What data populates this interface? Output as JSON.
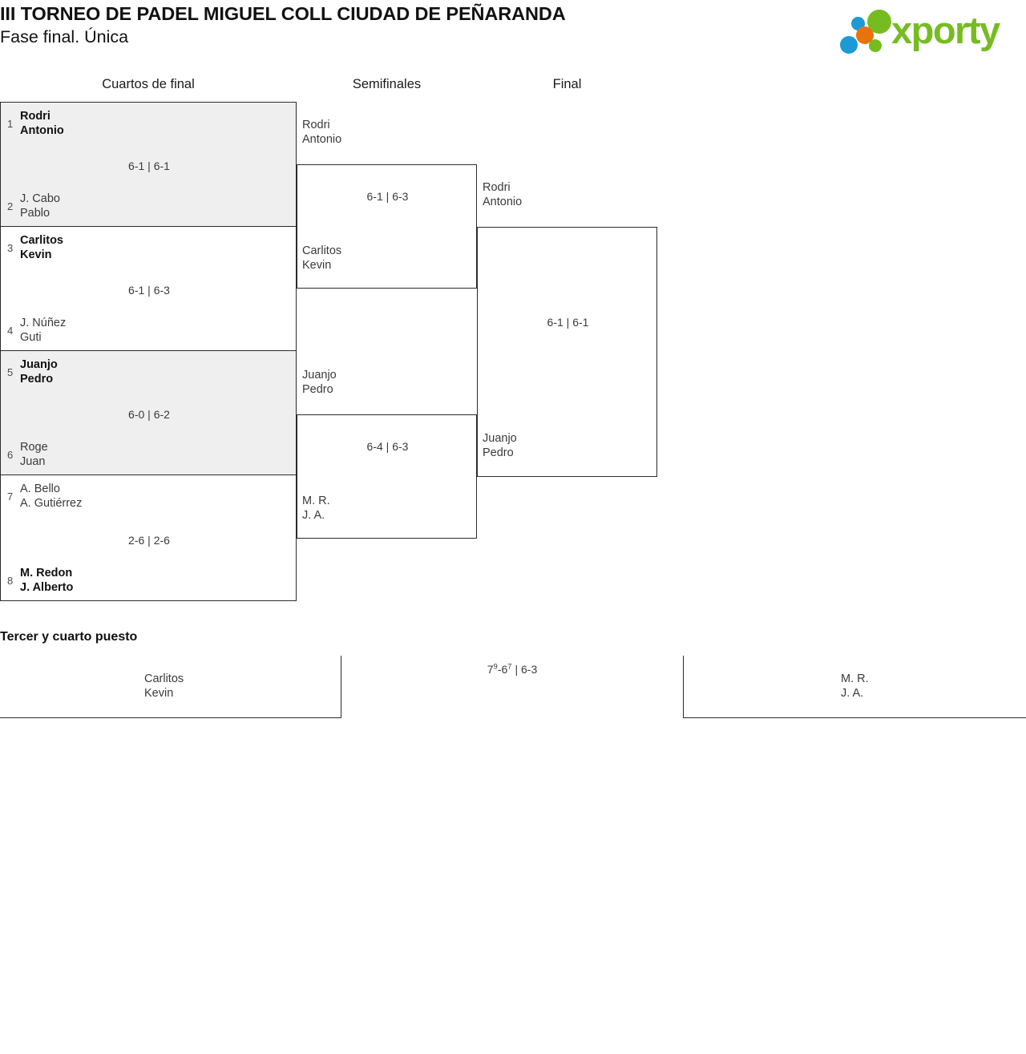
{
  "header": {
    "title_line1": "III TORNEO DE PADEL MIGUEL COLL CIUDAD DE PEÑARANDA",
    "title_line2": "Fase final. Única",
    "logo_text": "xporty",
    "logo_colors": {
      "green": "#76bc21",
      "blue": "#1b9ad6",
      "orange": "#e8730d"
    }
  },
  "rounds": [
    {
      "label": "Cuartos de final"
    },
    {
      "label": "Semifinales"
    },
    {
      "label": "Final"
    }
  ],
  "quarterfinals": [
    {
      "shaded": true,
      "top": {
        "seed": "1",
        "line1": "Rodri",
        "line2": "Antonio",
        "winner": true
      },
      "bottom": {
        "seed": "2",
        "line1": "J. Cabo",
        "line2": "Pablo",
        "winner": false
      },
      "score": "6-1 | 6-1"
    },
    {
      "shaded": false,
      "top": {
        "seed": "3",
        "line1": "Carlitos",
        "line2": "Kevin",
        "winner": true
      },
      "bottom": {
        "seed": "4",
        "line1": "J. Núñez",
        "line2": "Guti",
        "winner": false
      },
      "score": "6-1 | 6-3"
    },
    {
      "shaded": true,
      "top": {
        "seed": "5",
        "line1": "Juanjo",
        "line2": "Pedro",
        "winner": true
      },
      "bottom": {
        "seed": "6",
        "line1": "Roge",
        "line2": "Juan",
        "winner": false
      },
      "score": "6-0 | 6-2"
    },
    {
      "shaded": false,
      "top": {
        "seed": "7",
        "line1": "A. Bello",
        "line2": "A. Gutiérrez",
        "winner": false
      },
      "bottom": {
        "seed": "8",
        "line1": "M. Redon",
        "line2": "J. Alberto",
        "winner": true
      },
      "score": "2-6 | 2-6"
    }
  ],
  "semifinals": [
    {
      "top": {
        "line1": "Rodri",
        "line2": "Antonio"
      },
      "bottom": {
        "line1": "Carlitos",
        "line2": "Kevin"
      },
      "score": "6-1 | 6-3"
    },
    {
      "top": {
        "line1": "Juanjo",
        "line2": "Pedro"
      },
      "bottom": {
        "line1": "M. R.",
        "line2": "J. A."
      },
      "score": "6-4 | 6-3"
    }
  ],
  "final": {
    "top": {
      "line1": "Rodri",
      "line2": "Antonio"
    },
    "bottom": {
      "line1": "Juanjo",
      "line2": "Pedro"
    },
    "score": "6-1 | 6-1"
  },
  "third_place": {
    "title": "Tercer y cuarto puesto",
    "left": {
      "line1": "Carlitos",
      "line2": "Kevin"
    },
    "right": {
      "line1": "M. R.",
      "line2": "J. A."
    },
    "score_set1_a": "7",
    "score_set1_a_tb": "9",
    "score_set1_b": "-6",
    "score_set1_b_tb": "7",
    "score_rest": " | 6-3"
  }
}
